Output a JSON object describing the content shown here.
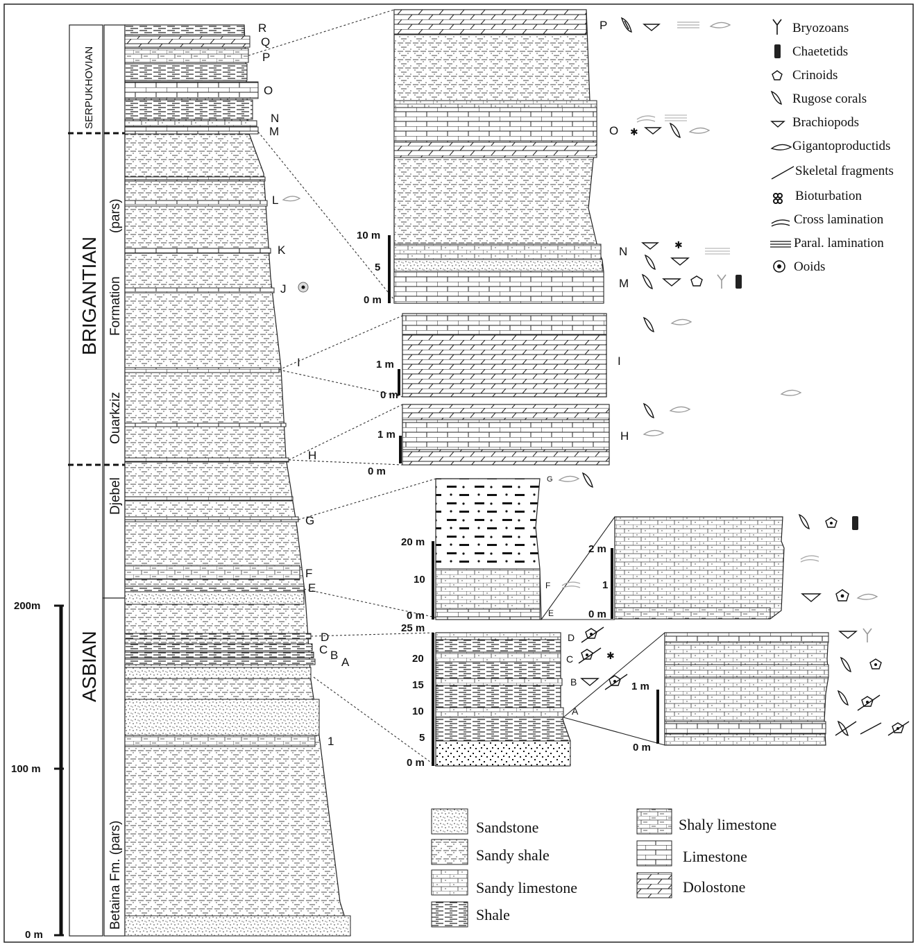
{
  "chronostratigraphy": [
    "SERPUKHOVIAN",
    "BRIGANTIAN",
    "ASBIAN"
  ],
  "formations": [
    "Ouarkziz",
    "Formation",
    "(pars)",
    "Djebel",
    "Betaina Fm. (pars)"
  ],
  "main_scale": [
    "200m",
    "100 m",
    "0 m"
  ],
  "bed_labels": [
    "R",
    "Q",
    "P",
    "O",
    "N",
    "M",
    "L",
    "K",
    "J",
    "I",
    "H",
    "G",
    "F",
    "E",
    "D",
    "C",
    "B",
    "A",
    "1"
  ],
  "detail_scales": {
    "P_M": [
      "10 m",
      "5",
      "0 m"
    ],
    "I": [
      "1 m",
      "0 m"
    ],
    "H": [
      "1 m",
      "0 m"
    ],
    "G_E": [
      "20 m",
      "10",
      "0 m"
    ],
    "F_E": [
      "2 m",
      "1",
      "0 m"
    ],
    "D_A": [
      "25 m",
      "20",
      "15",
      "10",
      "5",
      "0 m"
    ],
    "A": [
      "1 m",
      "0 m"
    ]
  },
  "detail_bed_labels": [
    "P",
    "O",
    "N",
    "M",
    "I",
    "H",
    "G",
    "F",
    "E",
    "D",
    "C",
    "B",
    "A"
  ],
  "fossil_legend": [
    {
      "icon": "bryozoan-icon",
      "label": "Bryozoans"
    },
    {
      "icon": "chaetetid-icon",
      "label": "Chaetetids"
    },
    {
      "icon": "crinoid-icon",
      "label": "Crinoids"
    },
    {
      "icon": "rugose-coral-icon",
      "label": "Rugose corals"
    },
    {
      "icon": "brachiopod-icon",
      "label": "Brachiopods"
    },
    {
      "icon": "gigantoproductid-icon",
      "label": "Gigantoproductids"
    },
    {
      "icon": "skeletal-fragment-icon",
      "label": "Skeletal fragments"
    },
    {
      "icon": "bioturbation-icon",
      "label": "Bioturbation"
    },
    {
      "icon": "cross-lamination-icon",
      "label": "Cross lamination"
    },
    {
      "icon": "parallel-lamination-icon",
      "label": "Paral. lamination"
    },
    {
      "icon": "ooid-icon",
      "label": "Ooids"
    }
  ],
  "lithology_legend": [
    {
      "pattern": "sandstone",
      "label": "Sandstone"
    },
    {
      "pattern": "sandy-shale",
      "label": "Sandy shale"
    },
    {
      "pattern": "sandy-limestone",
      "label": "Sandy limestone"
    },
    {
      "pattern": "shale",
      "label": "Shale"
    },
    {
      "pattern": "shaly-limestone",
      "label": "Shaly limestone"
    },
    {
      "pattern": "limestone",
      "label": "Limestone"
    },
    {
      "pattern": "dolostone",
      "label": "Dolostone"
    }
  ]
}
